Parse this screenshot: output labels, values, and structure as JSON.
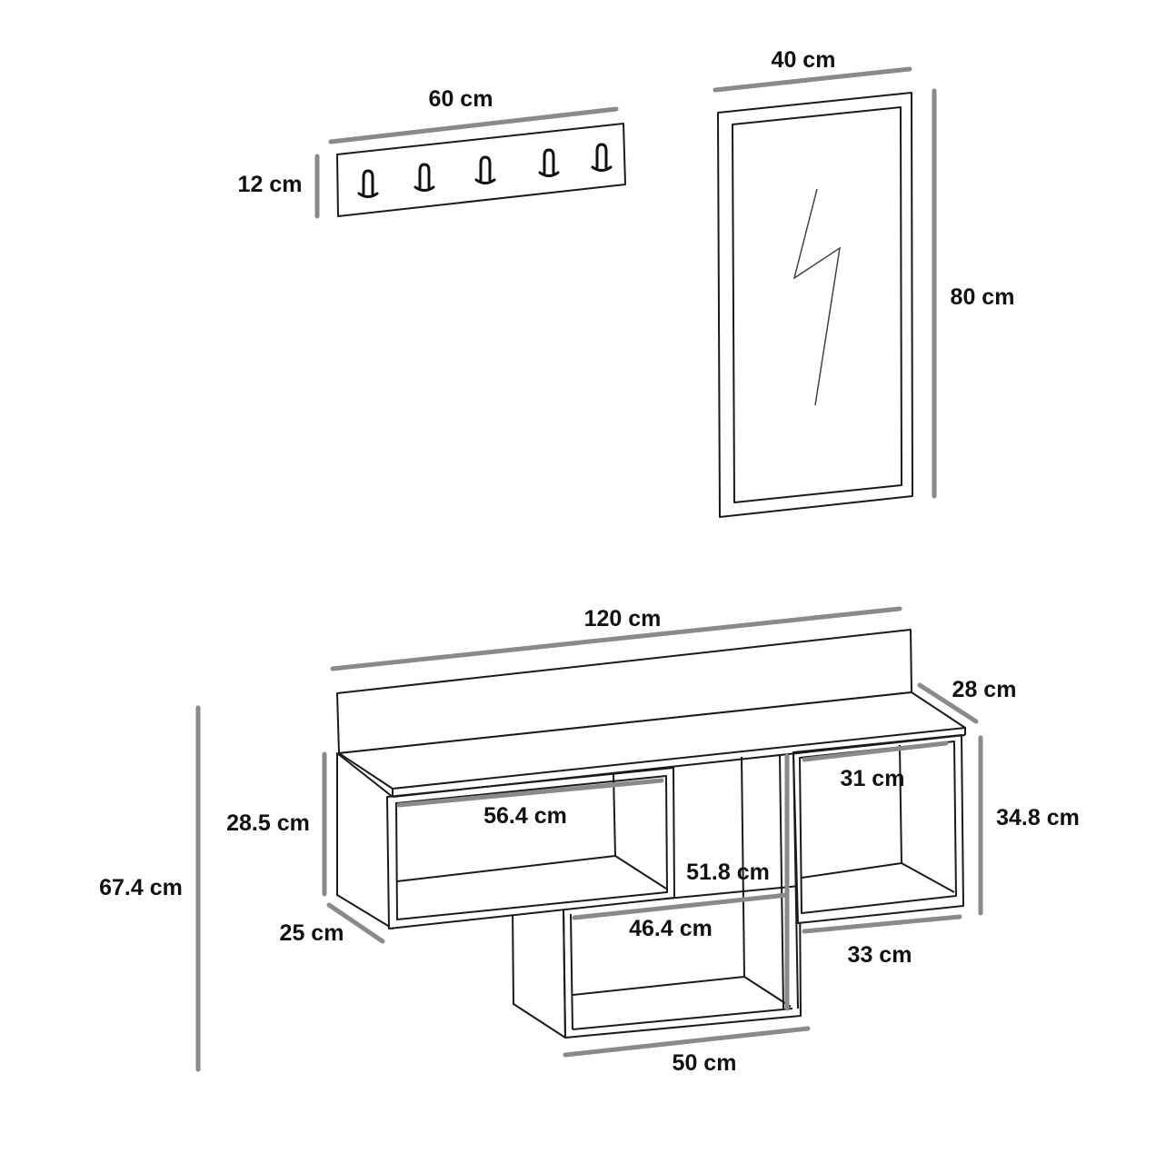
{
  "coat_rack": {
    "width_label": "60 cm",
    "height_label": "12 cm",
    "hook_count": 5
  },
  "mirror": {
    "width_label": "40 cm",
    "height_label": "80 cm"
  },
  "cabinet": {
    "width_label": "120 cm",
    "depth_label": "28 cm",
    "total_height_label": "67.4 cm",
    "left_height_label": "28.5 cm",
    "left_depth_label": "25 cm",
    "left_inner_width_label": "56.4 cm",
    "right_inner_width_label": "31 cm",
    "right_height_label": "34.8 cm",
    "right_outer_width_label": "33 cm",
    "center_height_label": "51.8 cm",
    "center_inner_width_label": "46.4 cm",
    "center_outer_width_label": "50 cm"
  },
  "colors": {
    "dimension_line": "#8a8a8a",
    "outline": "#1a1a1a"
  }
}
